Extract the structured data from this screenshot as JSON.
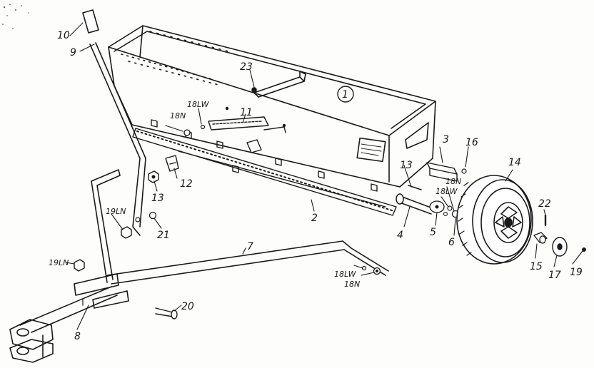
{
  "diagram": {
    "callouts": [
      {
        "id": "c1",
        "label": "1"
      },
      {
        "id": "c2",
        "label": "2"
      },
      {
        "id": "c3",
        "label": "3"
      },
      {
        "id": "c4",
        "label": "4"
      },
      {
        "id": "c5",
        "label": "5"
      },
      {
        "id": "c6",
        "label": "6"
      },
      {
        "id": "c7",
        "label": "7"
      },
      {
        "id": "c8",
        "label": "8"
      },
      {
        "id": "c9",
        "label": "9"
      },
      {
        "id": "c10",
        "label": "10"
      },
      {
        "id": "c11",
        "label": "11"
      },
      {
        "id": "c12",
        "label": "12"
      },
      {
        "id": "c13",
        "label": "13"
      },
      {
        "id": "c13b",
        "label": "13"
      },
      {
        "id": "c14",
        "label": "14"
      },
      {
        "id": "c15",
        "label": "15"
      },
      {
        "id": "c16",
        "label": "16"
      },
      {
        "id": "c17",
        "label": "17"
      },
      {
        "id": "c19",
        "label": "19"
      },
      {
        "id": "c20",
        "label": "20"
      },
      {
        "id": "c21",
        "label": "21"
      },
      {
        "id": "c22",
        "label": "22"
      },
      {
        "id": "c23",
        "label": "23"
      },
      {
        "id": "c18n_a",
        "label": "18N"
      },
      {
        "id": "c18lw_a",
        "label": "18LW"
      },
      {
        "id": "c18lw_b",
        "label": "18LW"
      },
      {
        "id": "c18n_b",
        "label": "18N"
      },
      {
        "id": "c18lw_c",
        "label": "18LW"
      },
      {
        "id": "c18n_c",
        "label": "18N"
      },
      {
        "id": "c19ln_a",
        "label": "19LN"
      },
      {
        "id": "c19ln_b",
        "label": "19LN"
      }
    ]
  }
}
